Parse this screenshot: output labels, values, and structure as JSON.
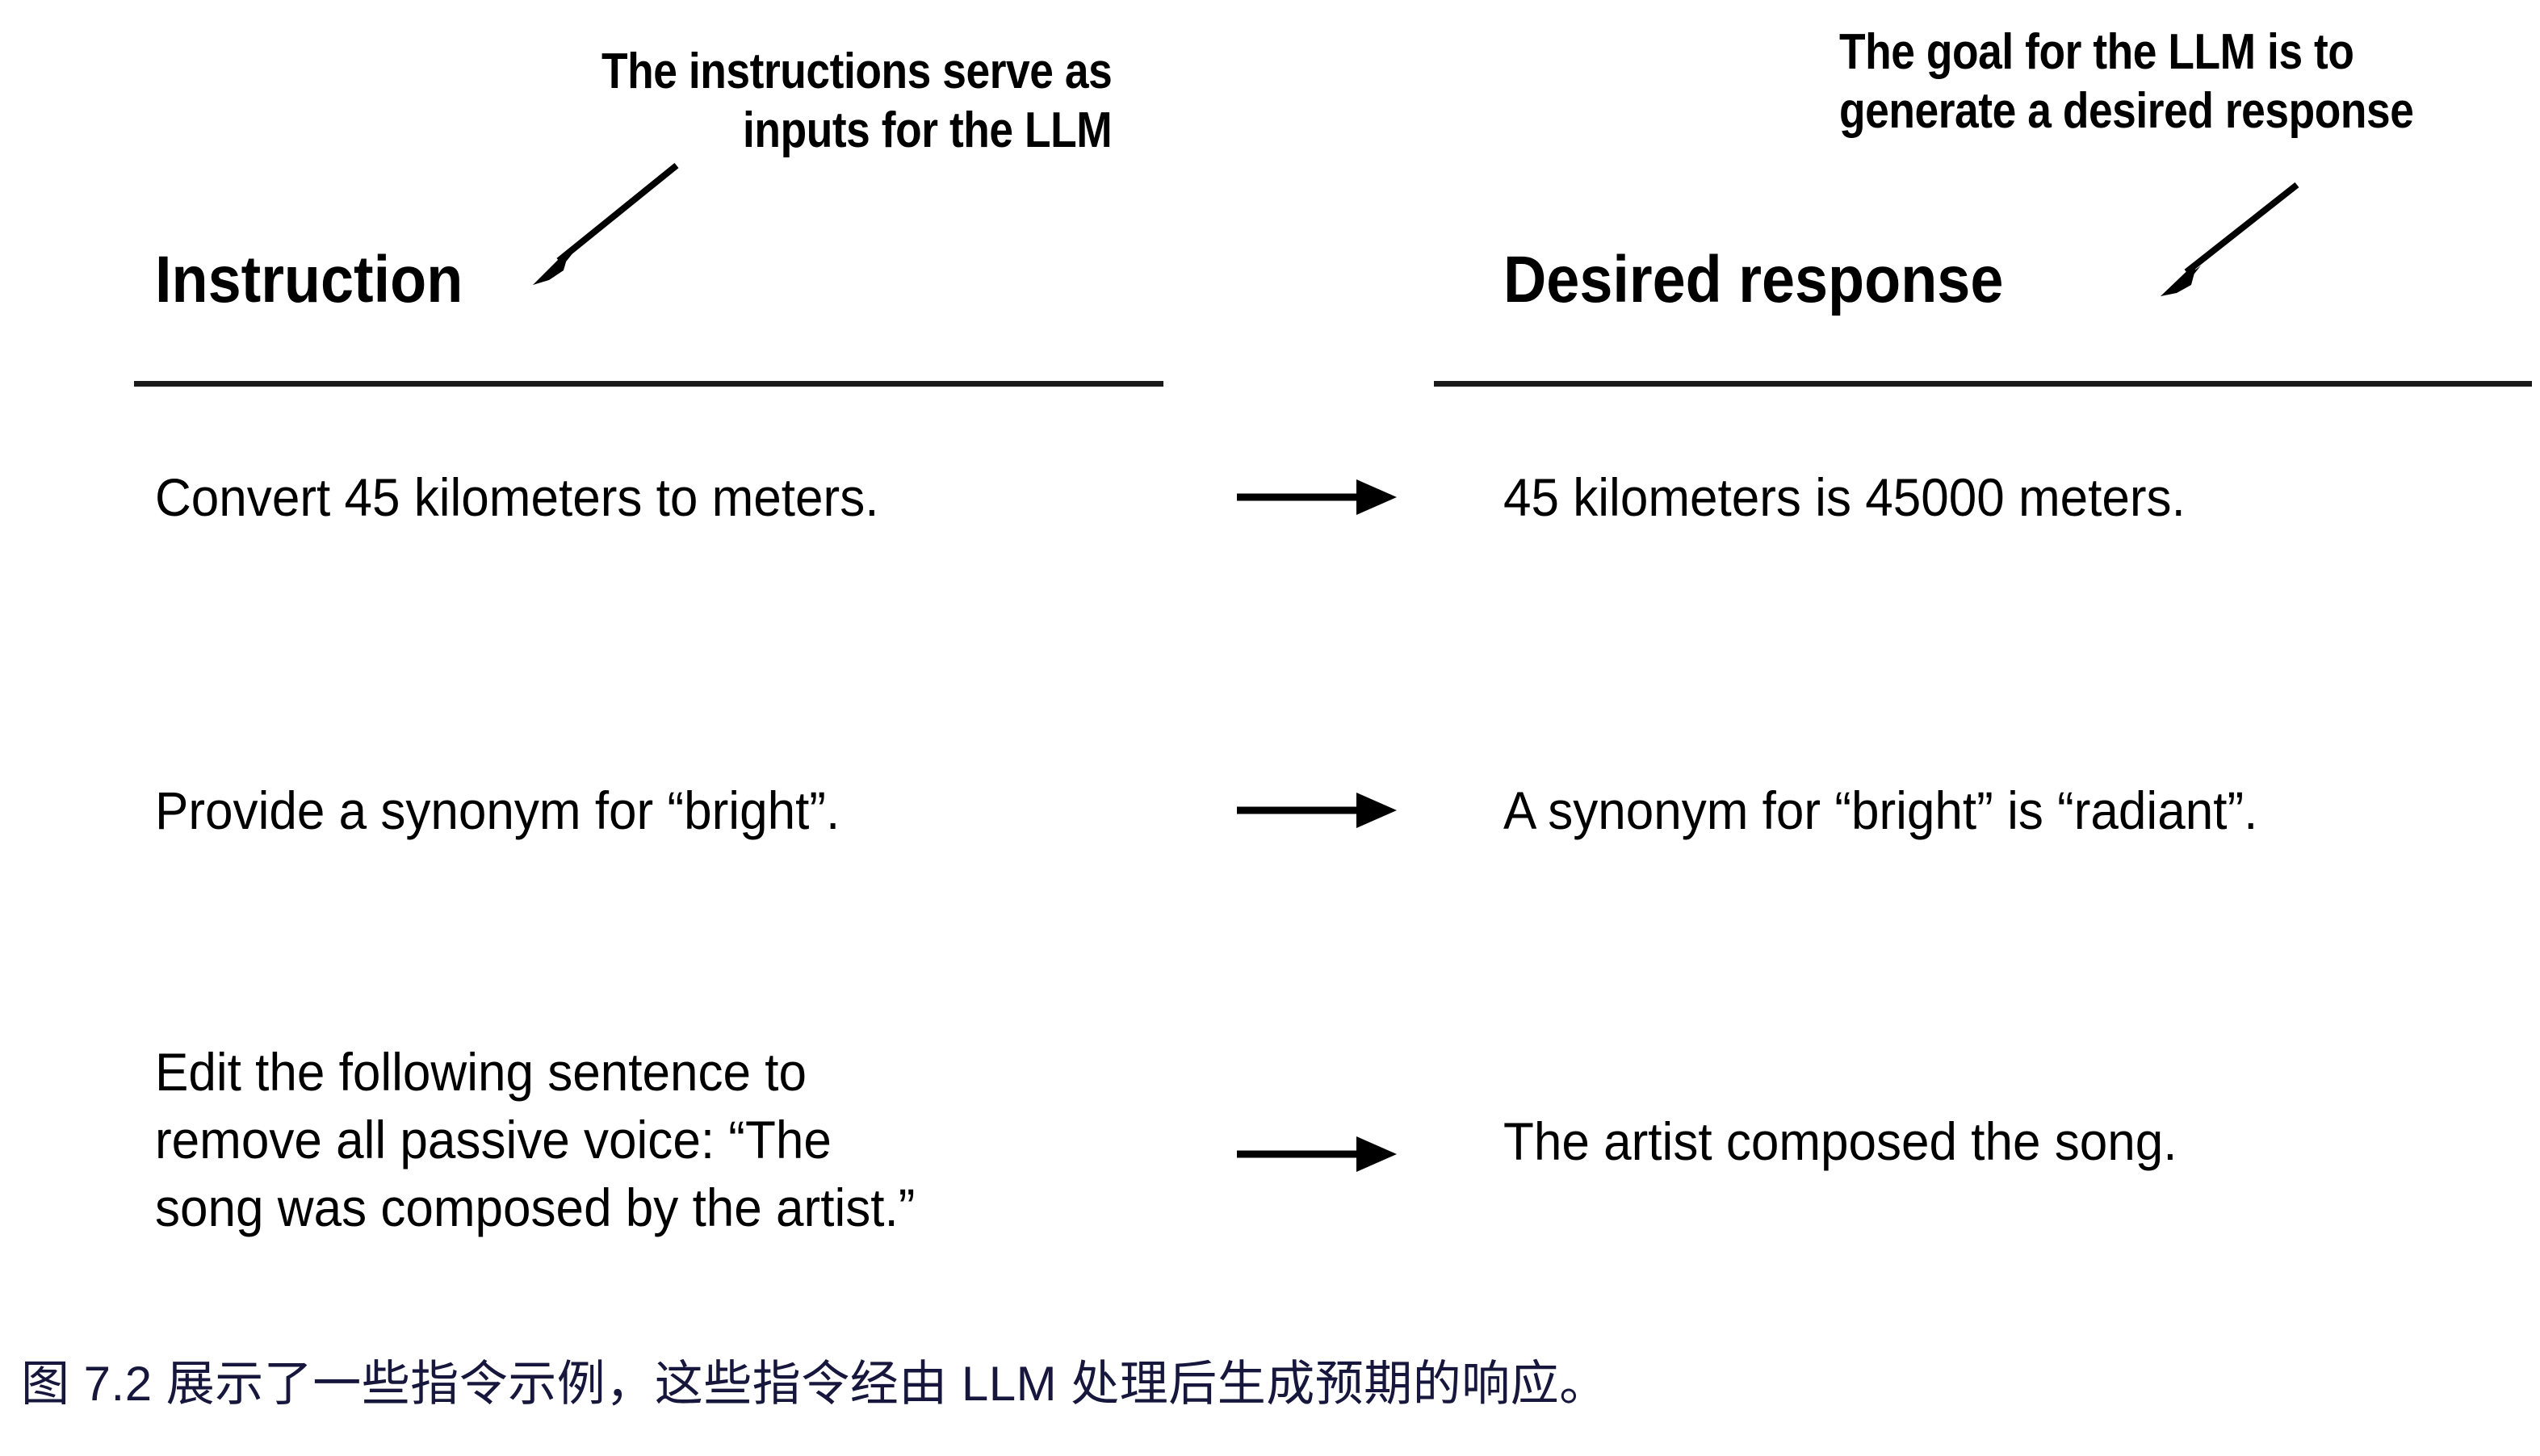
{
  "figure": {
    "annotations": {
      "left_callout": {
        "line1": "The instructions serve as",
        "line2": "inputs for the LLM",
        "full": "The instructions serve as inputs for the LLM"
      },
      "right_callout": {
        "line1": "The goal for the LLM is to",
        "line2": "generate a desired response",
        "full": "The goal for the LLM is to generate a desired response"
      }
    },
    "columns": {
      "left_header": "Instruction",
      "right_header": "Desired response"
    },
    "rows": [
      {
        "instruction": "Convert 45 kilometers to meters.",
        "response": "45 kilometers is 45000 meters."
      },
      {
        "instruction": "Provide a synonym for “bright”.",
        "response": "A synonym for “bright” is “radiant”."
      },
      {
        "instruction": "Edit the following sentence to\nremove all passive voice: “The\nsong was composed by the artist.”",
        "response": "The artist composed the song."
      }
    ],
    "icons": {
      "flow_arrow": "right-arrow-icon",
      "pointer_arrow": "diagonal-arrow-icon"
    },
    "caption": "图 7.2 展示了一些指令示例，这些指令经由 LLM 处理后生成预期的响应。"
  },
  "colors": {
    "ink": "#000000",
    "rule": "#1a1a1a",
    "caption": "#17173d",
    "background": "#ffffff"
  }
}
